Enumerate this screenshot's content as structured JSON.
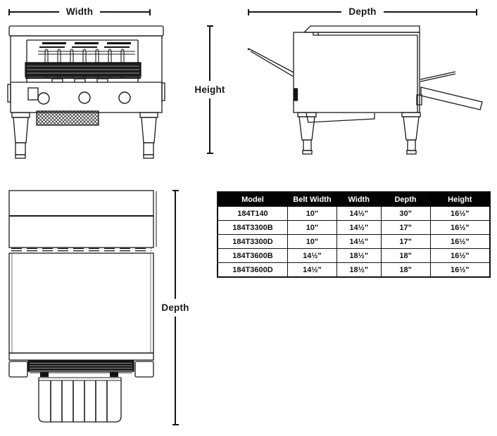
{
  "labels": {
    "width": "Width",
    "depth_side": "Depth",
    "height": "Height",
    "depth_top": "Depth"
  },
  "table": {
    "headers": [
      "Model",
      "Belt Width",
      "Width",
      "Depth",
      "Height"
    ],
    "rows": [
      [
        "184T140",
        "10\"",
        "14½\"",
        "30\"",
        "16½\""
      ],
      [
        "184T3300B",
        "10\"",
        "14½\"",
        "17\"",
        "16½\""
      ],
      [
        "184T3300D",
        "10\"",
        "14½\"",
        "17\"",
        "16½\""
      ],
      [
        "184T3600B",
        "14½\"",
        "18½\"",
        "18\"",
        "16½\""
      ],
      [
        "184T3600D",
        "14½\"",
        "18½\"",
        "18\"",
        "16½\""
      ]
    ]
  },
  "colors": {
    "line": "#1a1a1a",
    "label_text": "#15161d",
    "table_header_bg": "#000000",
    "table_header_text": "#ffffff",
    "table_border": "#111111"
  }
}
